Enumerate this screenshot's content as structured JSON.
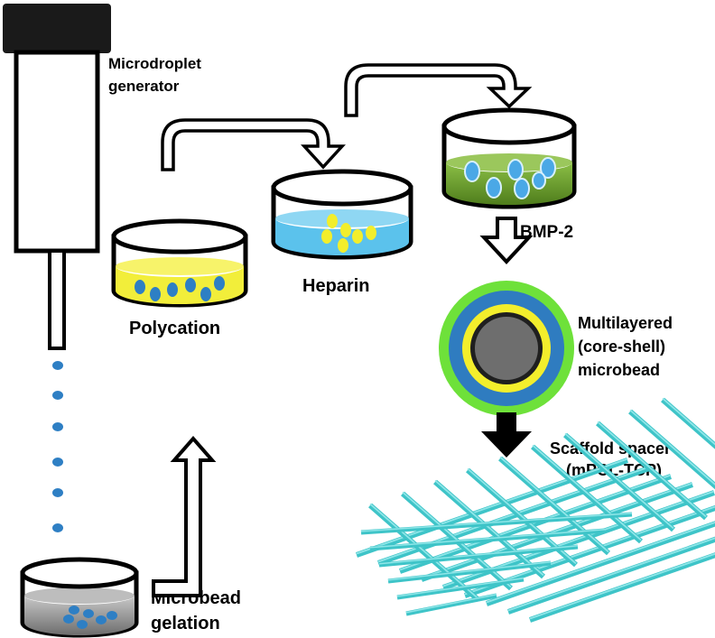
{
  "labels": {
    "generator_line1": "Microdroplet",
    "generator_line2": "generator",
    "polycation": "Polycation",
    "heparin": "Heparin",
    "bmp2": "BMP-2",
    "microbead_line1": "Multilayered",
    "microbead_line2": "(core-shell)",
    "microbead_line3": "microbead",
    "scaffold_line1": "Scaffold spacer",
    "scaffold_line2": "(mPCL-TCP)",
    "gelation_line1": "Microbead",
    "gelation_line2": "gelation"
  },
  "colors": {
    "droplet": "#2e7fc4",
    "polycation_liquid": "#f2ee3a",
    "heparin_liquid": "#5bc2ec",
    "bmp2_liquid": "#5a8a24",
    "gelation_liquid": "#8a8a8a",
    "bead_outer": "#6ee13a",
    "bead_shell": "#2f7cc0",
    "bead_mid": "#f3ee2c",
    "bead_core": "#6e6e6e",
    "scaffold": "#3ec4c8"
  }
}
